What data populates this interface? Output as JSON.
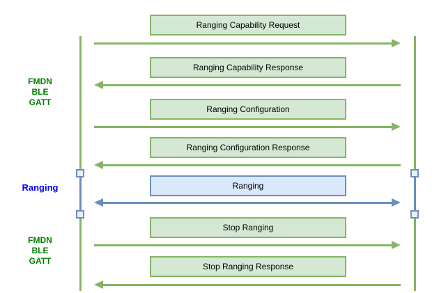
{
  "colors": {
    "background": "#ffffff",
    "green_fill": "#d5e8d4",
    "green_stroke": "#86b566",
    "blue_fill": "#dae8fc",
    "blue_stroke": "#6c8ebf",
    "marker_fill": "#eaf1fb",
    "green_label_text": "#008000",
    "blue_label_text": "#0000ff",
    "box_text": "#000000"
  },
  "phases": [
    {
      "label": "FMDN\nBLE\nGATT"
    },
    {
      "label": "Ranging"
    },
    {
      "label": "FMDN\nBLE\nGATT"
    }
  ],
  "messages": [
    {
      "label": "Ranging Capability Request",
      "direction": "right",
      "scheme": "green"
    },
    {
      "label": "Ranging Capability Response",
      "direction": "left",
      "scheme": "green"
    },
    {
      "label": "Ranging Configuration",
      "direction": "right",
      "scheme": "green"
    },
    {
      "label": "Ranging Configuration Response",
      "direction": "left",
      "scheme": "green"
    },
    {
      "label": "Ranging",
      "direction": "both",
      "scheme": "blue"
    },
    {
      "label": "Stop Ranging",
      "direction": "right",
      "scheme": "green"
    },
    {
      "label": "Stop Ranging Response",
      "direction": "left",
      "scheme": "green"
    }
  ]
}
